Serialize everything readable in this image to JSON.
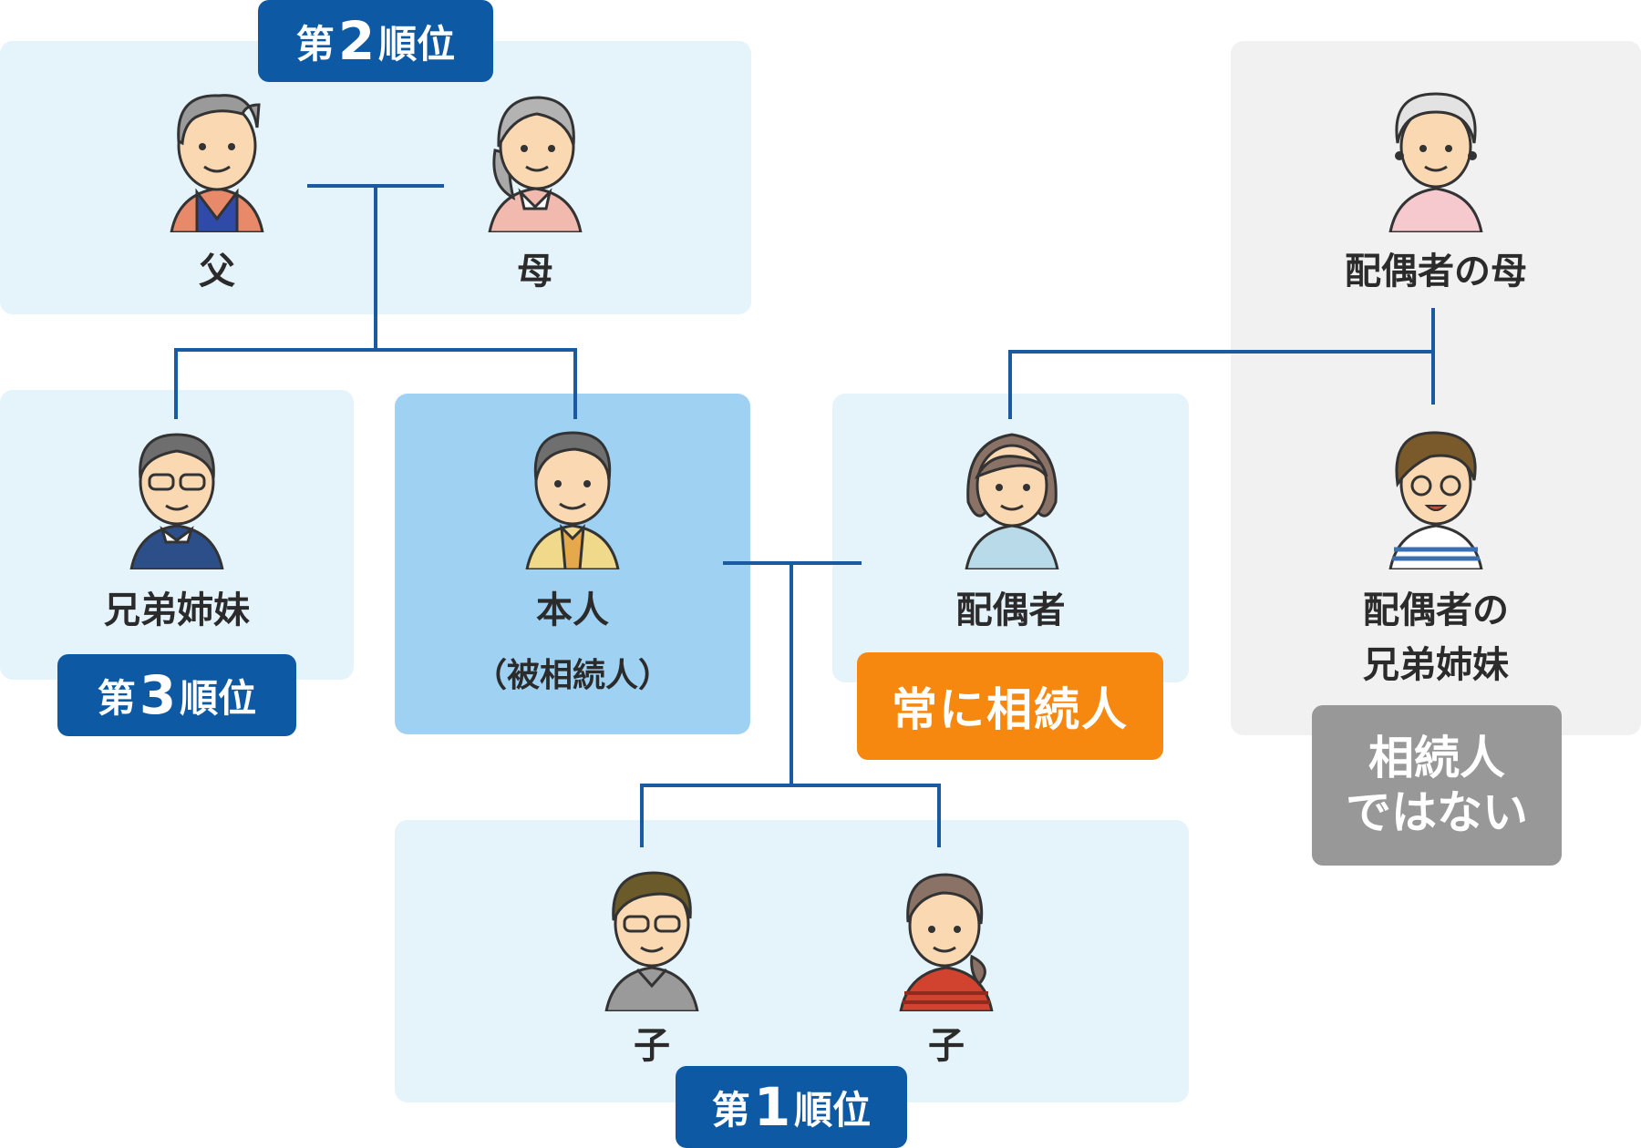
{
  "people": {
    "father": "父",
    "mother": "母",
    "siblings": "兄弟姉妹",
    "self": "本人",
    "self_note": "（被相続人）",
    "spouse": "配偶者",
    "spouse_mother": "配偶者の母",
    "spouse_siblings": "配偶者の\n兄弟姉妹",
    "child1": "子",
    "child2": "子"
  },
  "badges": {
    "rank2": {
      "prefix": "第",
      "num": "2",
      "suffix": "順位"
    },
    "rank3": {
      "prefix": "第",
      "num": "3",
      "suffix": "順位"
    },
    "rank1": {
      "prefix": "第",
      "num": "1",
      "suffix": "順位"
    },
    "always_heir": "常に相続人",
    "not_heir": "相続人\nではない"
  },
  "colors": {
    "rank_badge": "#0d59a3",
    "always_heir_badge": "#f7880f",
    "not_heir_badge": "#989898",
    "connector": "#1a5aa0"
  }
}
